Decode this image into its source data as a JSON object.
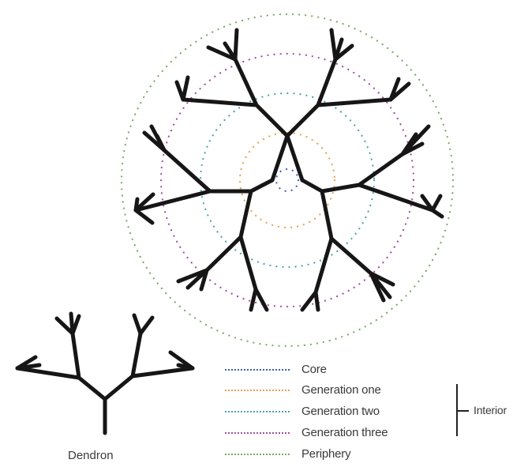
{
  "legend": [
    {
      "label": "Core",
      "color": "#3b5db8"
    },
    {
      "label": "Generation one",
      "color": "#e8a050"
    },
    {
      "label": "Generation two",
      "color": "#4aa3a8"
    },
    {
      "label": "Generation three",
      "color": "#a0509a"
    },
    {
      "label": "Periphery",
      "color": "#7aa86a"
    }
  ],
  "interior_label": "Interior",
  "dendron_label": "Dendron",
  "colors": {
    "branch": "#161616",
    "core": "#3b5db8",
    "generation_one": "#e8a050",
    "generation_two": "#4aa3a8",
    "generation_three": "#a0509a",
    "periphery": "#7aa86a"
  }
}
